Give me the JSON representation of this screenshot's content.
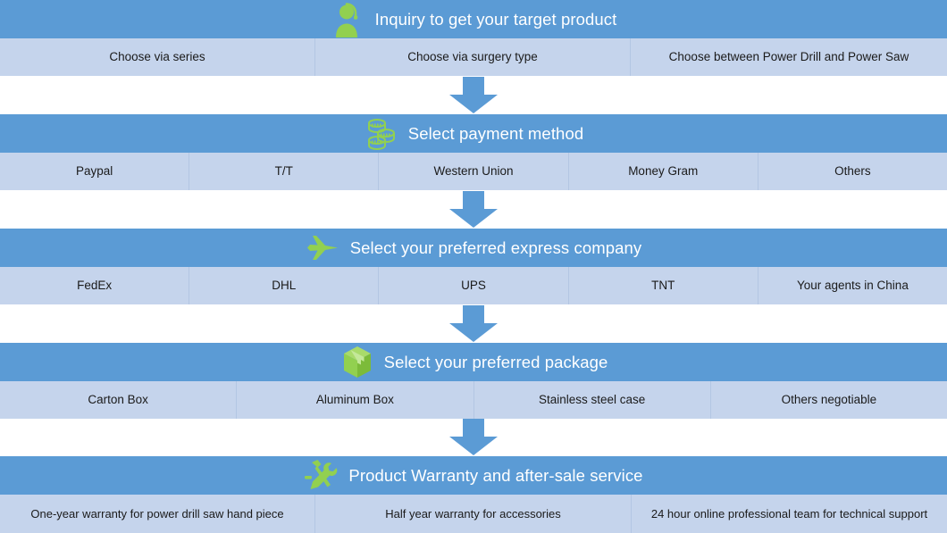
{
  "theme": {
    "header_blue": "#5B9BD5",
    "band_blue": "#C5D4EC",
    "divider_blue": "#B3C6E3",
    "icon_green": "#92D050",
    "title_color": "#FFFFFF",
    "option_text_color": "#1A1A1A",
    "page_background": "#FFFFFF"
  },
  "steps": [
    {
      "id": "inquiry",
      "title": "Inquiry to get your target product",
      "icon": "customer-service-person-icon",
      "options": [
        "Choose via series",
        "Choose via surgery type",
        "Choose  between Power Drill and Power Saw"
      ]
    },
    {
      "id": "payment",
      "title": "Select payment method",
      "icon": "coins-icon",
      "options": [
        "Paypal",
        "T/T",
        "Western Union",
        "Money Gram",
        "Others"
      ]
    },
    {
      "id": "express",
      "title": "Select your preferred express company",
      "icon": "airplane-icon",
      "options": [
        "FedEx",
        "DHL",
        "UPS",
        "TNT",
        "Your agents in China"
      ]
    },
    {
      "id": "package",
      "title": "Select your preferred package",
      "icon": "package-box-icon",
      "options": [
        "Carton Box",
        "Aluminum Box",
        "Stainless steel case",
        "Others negotiable"
      ]
    },
    {
      "id": "warranty",
      "title": "Product Warranty and after-sale service",
      "icon": "hammer-wrench-tools-icon",
      "options": [
        "One-year warranty for power drill saw hand piece",
        "Half year warranty for accessories",
        "24 hour online professional team for technical support"
      ]
    }
  ],
  "connectors": [
    {
      "id": "arrow-1",
      "icon": "down-arrow-icon"
    },
    {
      "id": "arrow-2",
      "icon": "down-arrow-icon"
    },
    {
      "id": "arrow-3",
      "icon": "down-arrow-icon"
    },
    {
      "id": "arrow-4",
      "icon": "down-arrow-icon"
    }
  ]
}
